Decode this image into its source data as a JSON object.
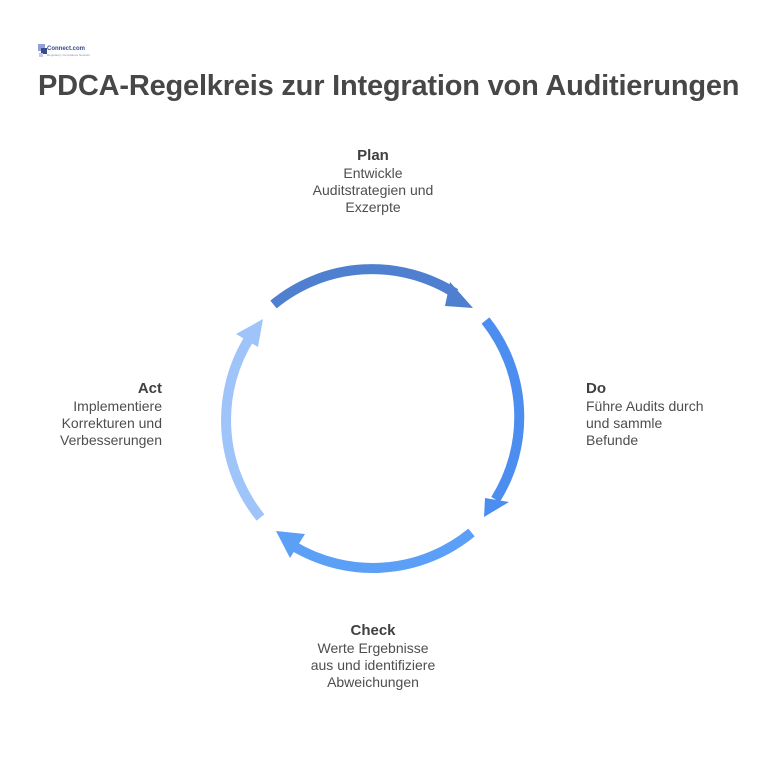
{
  "logo": {
    "text": "Connect.com",
    "subtitle": "Regulatory Compliance Network"
  },
  "title": "PDCA-Regelkreis zur Integration von Auditierungen",
  "steps": {
    "plan": {
      "title": "Plan",
      "desc": "Entwickle\nAuditstrategien und\nExzerpte",
      "color": "#4f7fcf"
    },
    "do": {
      "title": "Do",
      "desc": "Führe Audits durch\nund sammle\nBefunde",
      "color": "#4c8ef0"
    },
    "check": {
      "title": "Check",
      "desc": "Werte Ergebnisse\naus und identifiziere\nAbweichungen",
      "color": "#5b9ff7"
    },
    "act": {
      "title": "Act",
      "desc": "Implementiere\nKorrekturen und\nVerbesserungen",
      "color": "#9fc4fa"
    }
  }
}
